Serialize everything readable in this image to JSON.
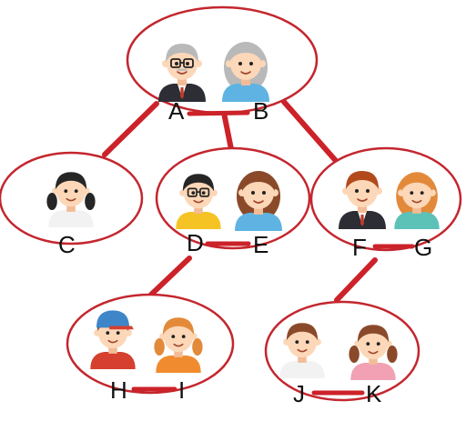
{
  "colors": {
    "line": "#cc2229",
    "ellipse": "#c4262e",
    "skin": "#fcd7b8",
    "skin_shade": "#f2bc97",
    "hair_gray": "#b9b9b9",
    "hair_black": "#262626",
    "hair_brown": "#8a4a2a",
    "hair_auburn": "#b24a1c",
    "hair_ginger": "#e38a3a",
    "cap_blue": "#3f86c8",
    "cap_red": "#d5402f",
    "suit_dark": "#2d2d35",
    "shirt_yellow": "#f6c325",
    "shirt_blue": "#5fb3e2",
    "shirt_teal": "#5cc1b6",
    "shirt_orange": "#f08c2f",
    "shirt_white": "#f2f2f2",
    "shirt_pink": "#f2a0b3"
  },
  "family": {
    "A": {
      "label": "A",
      "figure": "grandfather-with-glasses",
      "hair": "gray",
      "outfit": "dark-suit"
    },
    "B": {
      "label": "B",
      "figure": "grandmother",
      "hair": "gray",
      "outfit": "blue-cardigan"
    },
    "C": {
      "label": "C",
      "figure": "girl-with-black-pigtails",
      "hair": "black",
      "outfit": "white"
    },
    "D": {
      "label": "D",
      "figure": "man-with-glasses",
      "hair": "black",
      "outfit": "yellow-shirt"
    },
    "E": {
      "label": "E",
      "figure": "woman-with-long-hair",
      "hair": "brown",
      "outfit": "blue-dress"
    },
    "F": {
      "label": "F",
      "figure": "man-in-suit",
      "hair": "auburn",
      "outfit": "dark-suit"
    },
    "G": {
      "label": "G",
      "figure": "woman-with-ponytail",
      "hair": "ginger",
      "outfit": "teal-top"
    },
    "H": {
      "label": "H",
      "figure": "boy-with-cap",
      "hair": "brown",
      "outfit": "blue-cap"
    },
    "I": {
      "label": "I",
      "figure": "girl-with-pigtails",
      "hair": "ginger",
      "outfit": "orange-top"
    },
    "J": {
      "label": "J",
      "figure": "smiling-boy",
      "hair": "brown",
      "outfit": "white-shirt"
    },
    "K": {
      "label": "K",
      "figure": "girl-with-pigtails",
      "hair": "brown",
      "outfit": "pink-top"
    }
  }
}
